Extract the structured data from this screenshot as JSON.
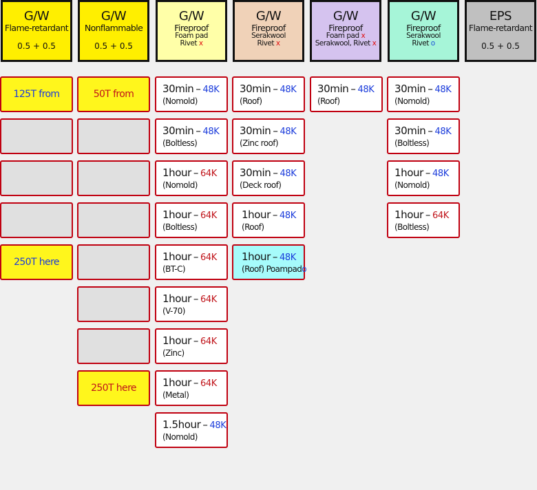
{
  "headers": [
    {
      "t1": "G/W",
      "t2": "Flame-retardant",
      "thick": "0.5 + 0.5",
      "bg": "#ffef00"
    },
    {
      "t1": "G/W",
      "t2": "Nonflammable",
      "thick": "0.5 + 0.5",
      "bg": "#ffef00"
    },
    {
      "t1": "G/W",
      "t2": "Fireproof",
      "s1": "Foam pad",
      "s2": "Rivet",
      "s2mark": "x",
      "bg": "#ffffa8"
    },
    {
      "t1": "G/W",
      "t2": "Fireproof",
      "s1": "Serakwool",
      "s2": "Rivet",
      "s2mark": "x",
      "bg": "#f0d2b8"
    },
    {
      "t1": "G/W",
      "t2": "Fireproof",
      "s1": "Foam pad",
      "s1mark": "x",
      "s2": "Serakwool, Rivet",
      "s2mark": "x",
      "bg": "#d5c3ef"
    },
    {
      "t1": "G/W",
      "t2": "Fireproof",
      "s1": "Serakwool",
      "s2": "Rivet",
      "s2mark": "o",
      "bg": "#a6f5d8"
    },
    {
      "t1": "EPS",
      "t2": "Flame-retardant",
      "thick": "0.5 + 0.5",
      "bg": "#c0c0c0"
    }
  ],
  "col1": {
    "top": "125T from",
    "bottom": "250T here"
  },
  "col2": {
    "top": "50T from",
    "bottom": "250T here"
  },
  "col3": [
    {
      "time": "30min",
      "k": "48K",
      "sub": "(Nomold)"
    },
    {
      "time": "30min",
      "k": "48K",
      "sub": "(Boltless)"
    },
    {
      "time": "1hour",
      "k": "64K",
      "sub": "(Nomold)"
    },
    {
      "time": "1hour",
      "k": "64K",
      "sub": "(Boltless)"
    },
    {
      "time": "1hour",
      "k": "64K",
      "sub": "(BT-C)"
    },
    {
      "time": "1hour",
      "k": "64K",
      "sub": "(V-70)"
    },
    {
      "time": "1hour",
      "k": "64K",
      "sub": "(Zinc)"
    },
    {
      "time": "1hour",
      "k": "64K",
      "sub": "(Metal)"
    },
    {
      "time": "1.5hour",
      "k": "48K",
      "sub": "(Nomold)"
    }
  ],
  "col4": [
    {
      "time": "30min",
      "k": "48K",
      "sub": "(Roof)"
    },
    {
      "time": "30min",
      "k": "48K",
      "sub": "(Zinc roof)"
    },
    {
      "time": "30min",
      "k": "48K",
      "sub": "(Deck roof)"
    },
    {
      "time": "1hour",
      "k": "48K",
      "sub": "(Roof)"
    },
    {
      "time": "1hour",
      "k": "48K",
      "sub": "(Roof) Poampad",
      "submark": "o"
    }
  ],
  "col5": [
    {
      "time": "30min",
      "k": "48K",
      "sub": "(Roof)"
    }
  ],
  "col6": [
    {
      "time": "30min",
      "k": "48K",
      "sub": "(Nomold)"
    },
    {
      "time": "30min",
      "k": "48K",
      "sub": "(Boltless)"
    },
    {
      "time": "1hour",
      "k": "48K",
      "sub": "(Nomold)"
    },
    {
      "time": "1hour",
      "k": "64K",
      "sub": "(Boltless)"
    }
  ],
  "dash": "–"
}
